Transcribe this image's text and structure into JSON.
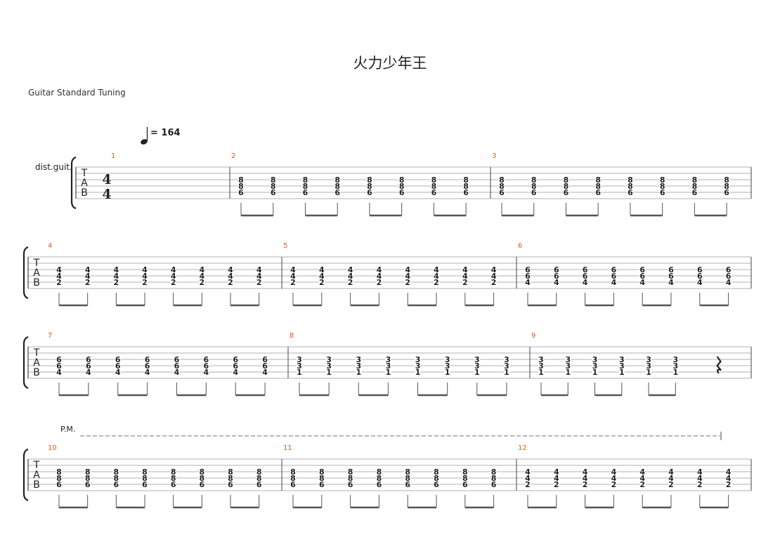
{
  "title": "火力少年王",
  "tuning": "Guitar Standard Tuning",
  "tempo": {
    "symbol": "quarter-note",
    "bpm": "164",
    "label": "= 164"
  },
  "instrument": "dist.guit.",
  "clef": [
    "T",
    "A",
    "B"
  ],
  "time_signature": {
    "top": "4",
    "bottom": "4"
  },
  "palm_mute": "P.M.",
  "measures": [
    {
      "number": "1",
      "notes": []
    },
    {
      "number": "2",
      "notes": [
        [
          "8",
          "8",
          "6"
        ],
        [
          "8",
          "8",
          "6"
        ],
        [
          "8",
          "8",
          "6"
        ],
        [
          "8",
          "8",
          "6"
        ],
        [
          "8",
          "8",
          "6"
        ],
        [
          "8",
          "8",
          "6"
        ],
        [
          "8",
          "8",
          "6"
        ],
        [
          "8",
          "8",
          "6"
        ]
      ]
    },
    {
      "number": "3",
      "notes": [
        [
          "8",
          "8",
          "6"
        ],
        [
          "8",
          "8",
          "6"
        ],
        [
          "8",
          "8",
          "6"
        ],
        [
          "8",
          "8",
          "6"
        ],
        [
          "8",
          "8",
          "6"
        ],
        [
          "8",
          "8",
          "6"
        ],
        [
          "8",
          "8",
          "6"
        ],
        [
          "8",
          "8",
          "6"
        ]
      ]
    },
    {
      "number": "4",
      "notes": [
        [
          "4",
          "4",
          "2"
        ],
        [
          "4",
          "4",
          "2"
        ],
        [
          "4",
          "4",
          "2"
        ],
        [
          "4",
          "4",
          "2"
        ],
        [
          "4",
          "4",
          "2"
        ],
        [
          "4",
          "4",
          "2"
        ],
        [
          "4",
          "4",
          "2"
        ],
        [
          "4",
          "4",
          "2"
        ]
      ]
    },
    {
      "number": "5",
      "notes": [
        [
          "4",
          "4",
          "2"
        ],
        [
          "4",
          "4",
          "2"
        ],
        [
          "4",
          "4",
          "2"
        ],
        [
          "4",
          "4",
          "2"
        ],
        [
          "4",
          "4",
          "2"
        ],
        [
          "4",
          "4",
          "2"
        ],
        [
          "4",
          "4",
          "2"
        ],
        [
          "4",
          "4",
          "2"
        ]
      ]
    },
    {
      "number": "6",
      "notes": [
        [
          "6",
          "6",
          "4"
        ],
        [
          "6",
          "6",
          "4"
        ],
        [
          "6",
          "6",
          "4"
        ],
        [
          "6",
          "6",
          "4"
        ],
        [
          "6",
          "6",
          "4"
        ],
        [
          "6",
          "6",
          "4"
        ],
        [
          "6",
          "6",
          "4"
        ],
        [
          "6",
          "6",
          "4"
        ]
      ]
    },
    {
      "number": "7",
      "notes": [
        [
          "6",
          "6",
          "4"
        ],
        [
          "6",
          "6",
          "4"
        ],
        [
          "6",
          "6",
          "4"
        ],
        [
          "6",
          "6",
          "4"
        ],
        [
          "6",
          "6",
          "4"
        ],
        [
          "6",
          "6",
          "4"
        ],
        [
          "6",
          "6",
          "4"
        ],
        [
          "6",
          "6",
          "4"
        ]
      ]
    },
    {
      "number": "8",
      "notes": [
        [
          "3",
          "3",
          "1"
        ],
        [
          "3",
          "3",
          "1"
        ],
        [
          "3",
          "3",
          "1"
        ],
        [
          "3",
          "3",
          "1"
        ],
        [
          "3",
          "3",
          "1"
        ],
        [
          "3",
          "3",
          "1"
        ],
        [
          "3",
          "3",
          "1"
        ],
        [
          "3",
          "3",
          "1"
        ]
      ]
    },
    {
      "number": "9",
      "notes": [
        [
          "3",
          "3",
          "1"
        ],
        [
          "3",
          "3",
          "1"
        ],
        [
          "3",
          "3",
          "1"
        ],
        [
          "3",
          "3",
          "1"
        ],
        [
          "3",
          "3",
          "1"
        ],
        [
          "3",
          "3",
          "1"
        ]
      ],
      "rest": "quarter"
    },
    {
      "number": "10",
      "notes": [
        [
          "8",
          "8",
          "6"
        ],
        [
          "8",
          "8",
          "6"
        ],
        [
          "8",
          "8",
          "6"
        ],
        [
          "8",
          "8",
          "6"
        ],
        [
          "8",
          "8",
          "6"
        ],
        [
          "8",
          "8",
          "6"
        ],
        [
          "8",
          "8",
          "6"
        ],
        [
          "8",
          "8",
          "6"
        ]
      ]
    },
    {
      "number": "11",
      "notes": [
        [
          "8",
          "8",
          "6"
        ],
        [
          "8",
          "8",
          "6"
        ],
        [
          "8",
          "8",
          "6"
        ],
        [
          "8",
          "8",
          "6"
        ],
        [
          "8",
          "8",
          "6"
        ],
        [
          "8",
          "8",
          "6"
        ],
        [
          "8",
          "8",
          "6"
        ],
        [
          "8",
          "8",
          "6"
        ]
      ]
    },
    {
      "number": "12",
      "notes": [
        [
          "4",
          "4",
          "2"
        ],
        [
          "4",
          "4",
          "2"
        ],
        [
          "4",
          "4",
          "2"
        ],
        [
          "4",
          "4",
          "2"
        ],
        [
          "4",
          "4",
          "2"
        ],
        [
          "4",
          "4",
          "2"
        ],
        [
          "4",
          "4",
          "2"
        ],
        [
          "4",
          "4",
          "2"
        ]
      ]
    }
  ]
}
